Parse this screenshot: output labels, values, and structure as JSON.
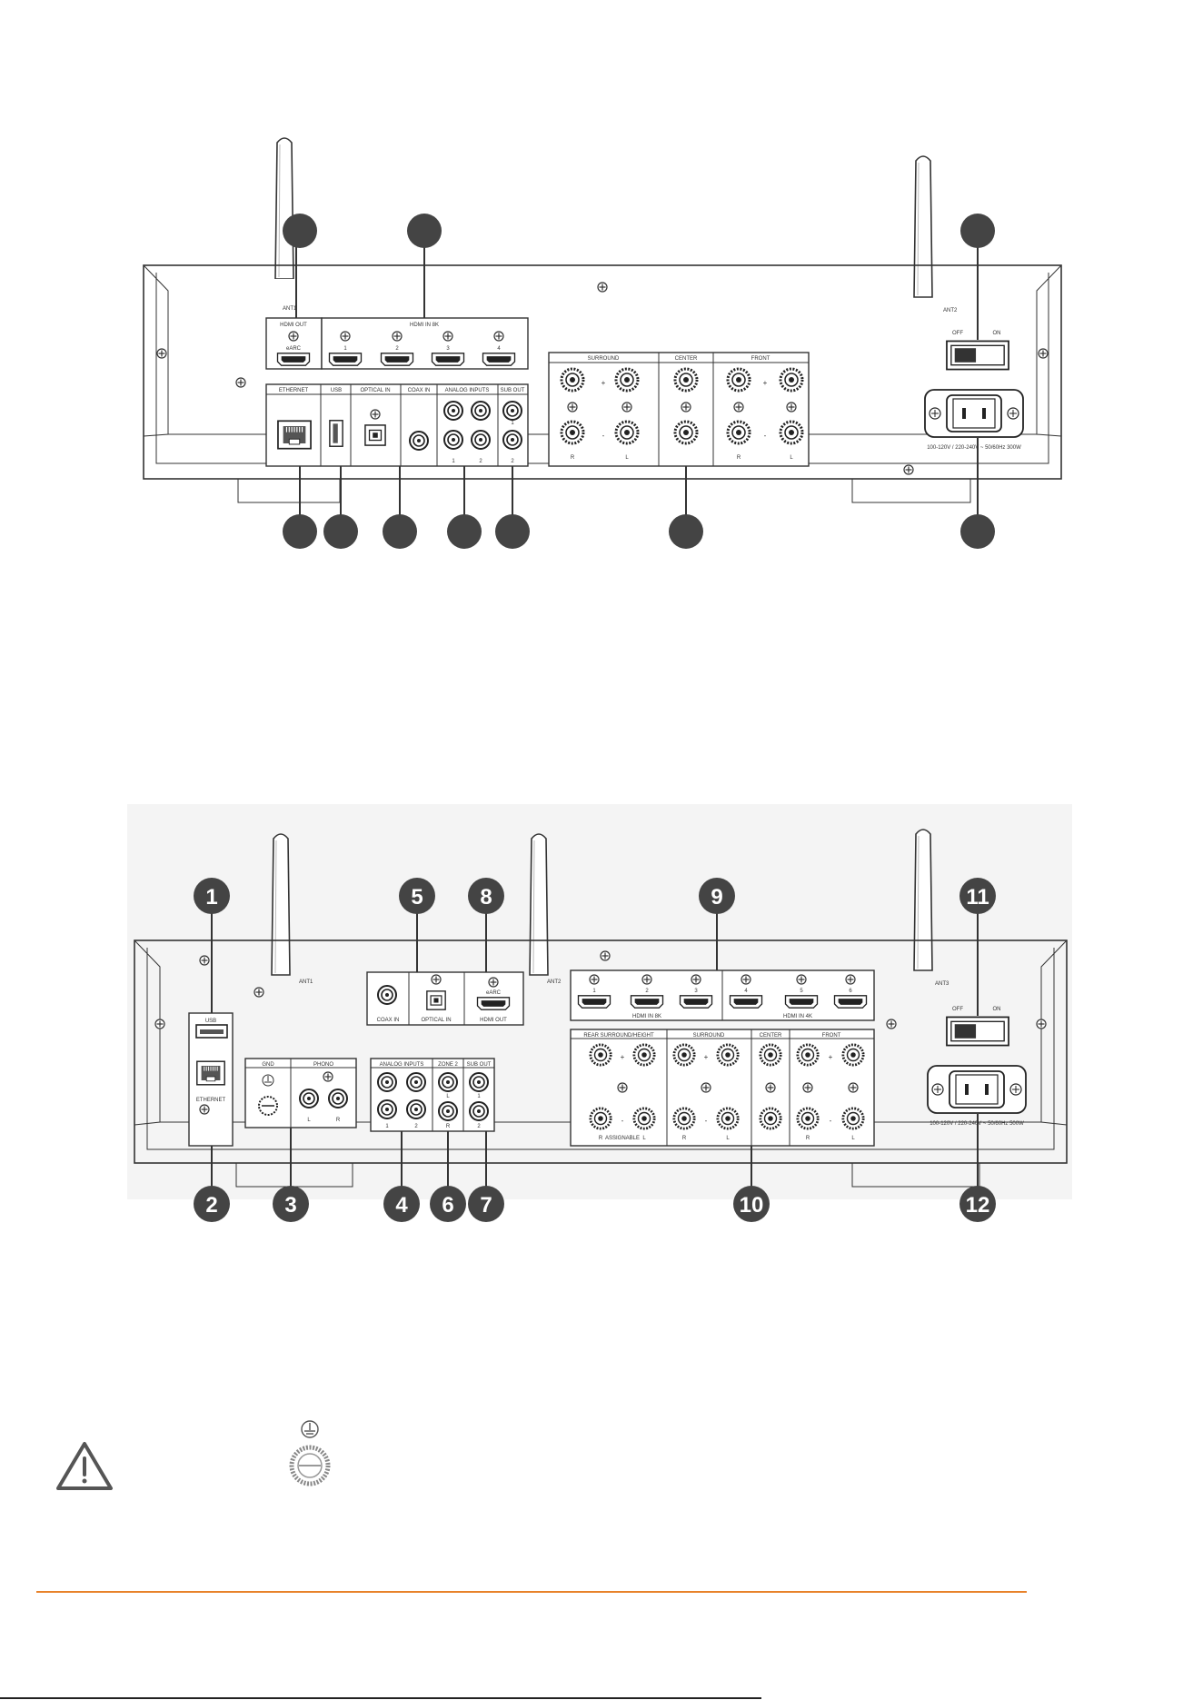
{
  "top_panel": {
    "antenna_labels": [
      "ANT1",
      "ANT2"
    ],
    "hdmi_out": {
      "header": "HDMI OUT",
      "port_label": "eARC"
    },
    "hdmi_in": {
      "header": "HDMI IN 8K",
      "ports": [
        "1",
        "2",
        "3",
        "4"
      ]
    },
    "switch": {
      "off": "OFF",
      "on": "ON"
    },
    "inputs": [
      {
        "header": "ETHERNET"
      },
      {
        "header": "USB"
      },
      {
        "header": "OPTICAL IN"
      },
      {
        "header": "COAX IN"
      },
      {
        "header": "ANALOG INPUTS",
        "sub": [
          "1",
          "2"
        ]
      },
      {
        "header": "SUB OUT",
        "sub": [
          "1",
          "2"
        ]
      }
    ],
    "speakers": [
      {
        "header": "SURROUND",
        "sub": [
          "R",
          "L"
        ]
      },
      {
        "header": "CENTER",
        "sub": []
      },
      {
        "header": "FRONT",
        "sub": [
          "R",
          "L"
        ]
      }
    ],
    "power_label": "100-120V / 220-240V ~ 50/60Hz  300W"
  },
  "bottom_panel": {
    "antenna_labels": [
      "ANT1",
      "ANT2",
      "ANT3"
    ],
    "usb": "USB",
    "ethernet": "ETHERNET",
    "gnd": "GND",
    "phono": {
      "header": "PHONO",
      "sub": [
        "L",
        "R"
      ]
    },
    "analog": {
      "header": "ANALOG INPUTS",
      "sub": [
        "1",
        "2"
      ]
    },
    "zone2": {
      "header": "ZONE 2",
      "sub": [
        "L",
        "R"
      ]
    },
    "sub_out": {
      "header": "SUB OUT",
      "sub": [
        "1",
        "2"
      ]
    },
    "coax": "COAX IN",
    "optical": "OPTICAL IN",
    "hdmi_out": {
      "header": "HDMI OUT",
      "port_label": "eARC"
    },
    "hdmi_8k": {
      "header": "HDMI IN 8K",
      "ports": [
        "1",
        "2",
        "3"
      ]
    },
    "hdmi_4k": {
      "header": "HDMI IN 4K",
      "ports": [
        "4",
        "5",
        "6"
      ]
    },
    "speakers": [
      {
        "header": "REAR SURROUND/HEIGHT",
        "sub": [
          "R",
          "ASSIGNABLE",
          "L"
        ]
      },
      {
        "header": "SURROUND",
        "sub": [
          "R",
          "L"
        ]
      },
      {
        "header": "CENTER",
        "sub": []
      },
      {
        "header": "FRONT",
        "sub": [
          "R",
          "L"
        ]
      }
    ],
    "switch": {
      "off": "OFF",
      "on": "ON"
    },
    "power_label": "100-120V / 220-240V ~ 50/60Hz  500W"
  },
  "callouts": [
    "1",
    "2",
    "3",
    "4",
    "5",
    "6",
    "7",
    "8",
    "9",
    "10",
    "11",
    "12"
  ],
  "colors": {
    "callout_fill": "#444444",
    "rule": "#e8822a",
    "panel_shade": "#f4f4f4"
  },
  "icons": [
    "warning-triangle-icon",
    "ground-symbol-icon",
    "ground-screw-icon"
  ]
}
